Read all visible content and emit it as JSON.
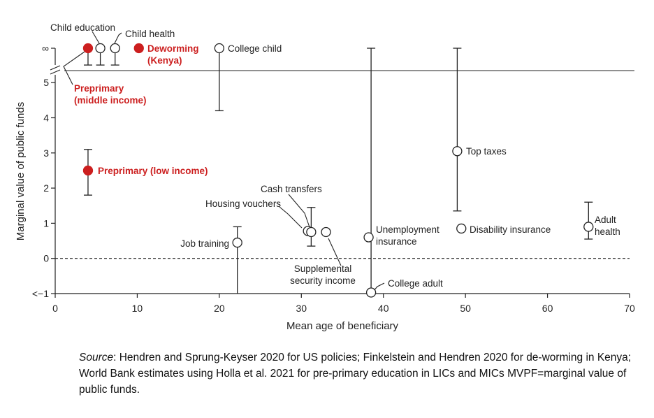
{
  "chart_data": {
    "type": "scatter",
    "xlabel": "Mean age of beneficiary",
    "ylabel": "Marginal value of public funds",
    "xlim": [
      0,
      70
    ],
    "ylim": [
      -1,
      5.3
    ],
    "x_ticks": [
      0,
      10,
      20,
      30,
      40,
      50,
      60,
      70
    ],
    "y_ticks": [
      {
        "value": -1,
        "label": "<−1"
      },
      {
        "value": 0,
        "label": "0"
      },
      {
        "value": 1,
        "label": "1"
      },
      {
        "value": 2,
        "label": "2"
      },
      {
        "value": 3,
        "label": "3"
      },
      {
        "value": 4,
        "label": "4"
      },
      {
        "value": 5,
        "label": "5"
      },
      {
        "value": "infinity",
        "label": "∞"
      }
    ],
    "reference_line_y": 0,
    "axis_break": "between 5 and ∞",
    "highlight_color": "#cc1f1f",
    "points": [
      {
        "label": "Child education",
        "x": 5.5,
        "y": "infinity",
        "y_low": 5.5,
        "highlight": false
      },
      {
        "label": "Child health",
        "x": 7.3,
        "y": "infinity",
        "y_low": 5.5,
        "highlight": false
      },
      {
        "label": "Deworming (Kenya)",
        "x": 10.2,
        "y": "infinity",
        "highlight": true
      },
      {
        "label": "College child",
        "x": 20,
        "y": "infinity",
        "y_low": 4.2,
        "highlight": false
      },
      {
        "label": "Preprimary (middle income)",
        "x": 4,
        "y": "infinity",
        "y_low": 5.5,
        "highlight": true
      },
      {
        "label": "Preprimary (low income)",
        "x": 4,
        "y": 2.5,
        "y_low": 1.8,
        "y_high": 3.1,
        "highlight": true
      },
      {
        "label": "Job training",
        "x": 22.2,
        "y": 0.45,
        "y_low": -1,
        "y_high": 0.9,
        "highlight": false
      },
      {
        "label": "Housing vouchers",
        "x": 30.8,
        "y": 0.78,
        "highlight": false
      },
      {
        "label": "Cash transfers",
        "x": 31.2,
        "y": 0.75,
        "y_low": 0.35,
        "y_high": 1.45,
        "highlight": false
      },
      {
        "label": "Supplemental security income",
        "x": 33,
        "y": 0.75,
        "highlight": false
      },
      {
        "label": "Unemployment insurance",
        "x": 38.2,
        "y": 0.6,
        "highlight": false
      },
      {
        "label": "College adult",
        "x": 38.5,
        "y": -0.97,
        "y_high": "infinity",
        "highlight": false
      },
      {
        "label": "Top taxes",
        "x": 49,
        "y": 3.05,
        "y_low": 1.35,
        "y_high": "infinity",
        "highlight": false
      },
      {
        "label": "Disability insurance",
        "x": 49.5,
        "y": 0.85,
        "highlight": false
      },
      {
        "label": "Adult health",
        "x": 65,
        "y": 0.9,
        "y_low": 0.55,
        "y_high": 1.6,
        "highlight": false
      }
    ],
    "labels": [
      {
        "id": "child-education",
        "lines": [
          "Child education"
        ],
        "highlight": false
      },
      {
        "id": "child-health",
        "lines": [
          "Child health"
        ],
        "highlight": false
      },
      {
        "id": "deworming",
        "lines": [
          "Deworming",
          "(Kenya)"
        ],
        "highlight": true
      },
      {
        "id": "college-child",
        "lines": [
          "College child"
        ],
        "highlight": false
      },
      {
        "id": "preprimary-middle",
        "lines": [
          "Preprimary",
          "(middle income)"
        ],
        "highlight": true
      },
      {
        "id": "preprimary-low",
        "lines": [
          "Preprimary (low income)"
        ],
        "highlight": true
      },
      {
        "id": "job-training",
        "lines": [
          "Job training"
        ],
        "highlight": false
      },
      {
        "id": "cash-transfers",
        "lines": [
          "Cash transfers"
        ],
        "highlight": false
      },
      {
        "id": "housing-vouchers",
        "lines": [
          "Housing vouchers"
        ],
        "highlight": false
      },
      {
        "id": "supplemental-security",
        "lines": [
          "Supplemental",
          "security income"
        ],
        "highlight": false
      },
      {
        "id": "unemployment",
        "lines": [
          "Unemployment",
          "insurance"
        ],
        "highlight": false
      },
      {
        "id": "college-adult",
        "lines": [
          "College adult"
        ],
        "highlight": false
      },
      {
        "id": "top-taxes",
        "lines": [
          "Top taxes"
        ],
        "highlight": false
      },
      {
        "id": "disability",
        "lines": [
          "Disability insurance"
        ],
        "highlight": false
      },
      {
        "id": "adult-health",
        "lines": [
          "Adult",
          "health"
        ],
        "highlight": false
      }
    ]
  },
  "source": {
    "lead": "Source",
    "text": ": Hendren and Sprung-Keyser 2020 for US policies; Finkelstein and Hendren 2020 for de-worming in Kenya; World Bank estimates using Holla et al. 2021 for pre-primary education in LICs and MICs MVPF=marginal value of public funds."
  }
}
